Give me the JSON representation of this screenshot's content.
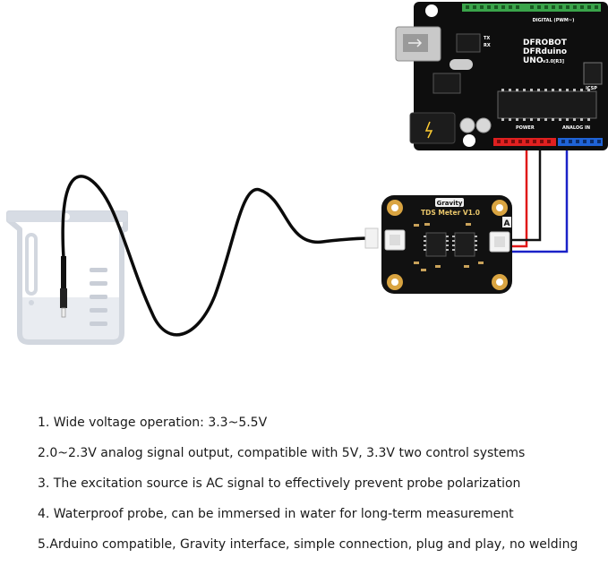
{
  "arduino": {
    "brand_line1": "DFROBOT",
    "brand_line2": "DFRduino",
    "model": "UNO",
    "version": "v3.0[R3]",
    "digital_header": "DIGITAL (PWM~)",
    "power_header": "POWER",
    "analog_header": "ANALOG IN",
    "icsp": "ICSP",
    "tx": "TX",
    "rx": "RX"
  },
  "tds_board": {
    "brand": "Gravity",
    "title": "TDS Meter V1.0",
    "marker": "A"
  },
  "colors": {
    "board_black": "#111111",
    "wire_red": "#e01818",
    "wire_black": "#111111",
    "wire_blue": "#1a22c8",
    "pcb_gold": "#d9a441",
    "header_green": "#3aa44a",
    "header_red": "#e02020",
    "header_blue": "#1f63d6",
    "beaker": "#dfe3ea"
  },
  "features": [
    "1. Wide voltage operation: 3.3~5.5V",
    "2.0~2.3V analog signal output, compatible with 5V, 3.3V two control systems",
    "3. The excitation source is AC signal to effectively prevent probe polarization",
    "4. Waterproof probe, can be immersed in water for long-term measurement",
    "5.Arduino compatible, Gravity interface, simple connection, plug and play, no welding"
  ]
}
